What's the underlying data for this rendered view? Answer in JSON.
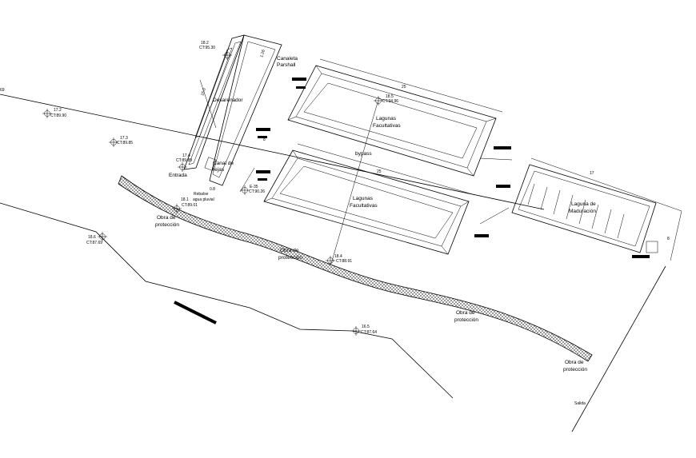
{
  "labels": {
    "edge_69": "69",
    "pt_17_2_id": "17.2",
    "pt_17_2_ct": "CT:89.90",
    "pt_17_3_id": "17.3",
    "pt_17_3_ct": "CT:89.85",
    "pt_17_4_id": "17.4",
    "pt_17_4_ct": "CT:89.89",
    "pt_18_2_id": "18.2",
    "pt_18_2_ct": "CT:95.30",
    "pt_18_5_id": "18.5",
    "pt_18_5_ct": "CT:94.96",
    "pt_18_1_id": "18.1",
    "pt_18_1_ct": "CT:89.01",
    "pt_e35_id": "E-35",
    "pt_e35_ct": "CT:90.26",
    "pt_18_6_id": "18.6",
    "pt_18_6_ct": "CT:87.69",
    "pt_18_4_id": "18.4",
    "pt_18_4_ct": "CT:88.91",
    "pt_16_5_id": "16.5",
    "pt_16_5_ct": "CT:87.64",
    "canaleta_1": "Canaleta",
    "canaleta_2": "Parshall",
    "desarenador": "Desarenador",
    "canal_1": "Canal de",
    "canal_2": "rejas",
    "entrada": "Entrada",
    "rebalse_1": "Rebalse",
    "rebalse_2": "agua pluvial",
    "lagunas_a_1": "Lagunas",
    "lagunas_a_2": "Facultativas",
    "lagunas_b_1": "Lagunas",
    "lagunas_b_2": "Facultativas",
    "bypass": "bypass",
    "laguna_mad_1": "Laguna de",
    "laguna_mad_2": "Maduración",
    "obra1_1": "Obra de",
    "obra1_2": "protección",
    "obra2_1": "Obra de",
    "obra2_2": "protección",
    "obra3_1": "Obra de",
    "obra3_2": "protección",
    "obra4_1": "Obra de",
    "obra4_2": "protección",
    "salida": "Salida",
    "dim_25_a": "25",
    "dim_25_b": "25",
    "dim_17": "17",
    "dim_8_a": "8",
    "dim_8_b": "8",
    "dim_150": "15.0",
    "dim_1_26": "1.26",
    "dim_0_8": "0.8"
  }
}
